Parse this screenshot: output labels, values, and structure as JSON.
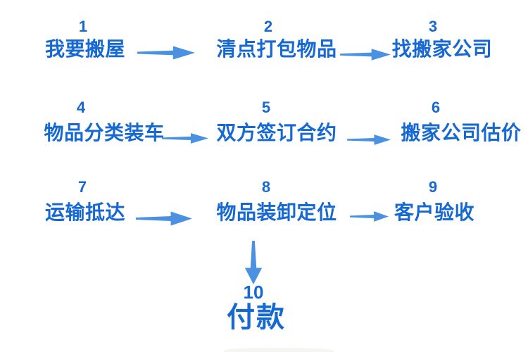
{
  "colors": {
    "text_blue": "#1668d2",
    "arrow_blue": "#4a91e2",
    "background": "#ffffff"
  },
  "diagram": {
    "type": "flowchart",
    "topic": "moving-house-process",
    "steps": [
      {
        "number": "1",
        "label": "我要搬屋"
      },
      {
        "number": "2",
        "label": "清点打包物品"
      },
      {
        "number": "3",
        "label": "找搬家公司"
      },
      {
        "number": "4",
        "label": "物品分类装车"
      },
      {
        "number": "5",
        "label": "双方签订合约"
      },
      {
        "number": "6",
        "label": "搬家公司估价"
      },
      {
        "number": "7",
        "label": "运输抵达"
      },
      {
        "number": "8",
        "label": "物品装卸定位"
      },
      {
        "number": "9",
        "label": "客户验收"
      },
      {
        "number": "10",
        "label": "付款"
      }
    ],
    "connections": [
      {
        "from": "1",
        "to": "2",
        "direction": "right"
      },
      {
        "from": "2",
        "to": "3",
        "direction": "right"
      },
      {
        "from": "4",
        "to": "5",
        "direction": "right"
      },
      {
        "from": "5",
        "to": "6",
        "direction": "right"
      },
      {
        "from": "7",
        "to": "8",
        "direction": "right"
      },
      {
        "from": "8",
        "to": "9",
        "direction": "right"
      },
      {
        "from": "8",
        "to": "10",
        "direction": "down"
      }
    ]
  }
}
